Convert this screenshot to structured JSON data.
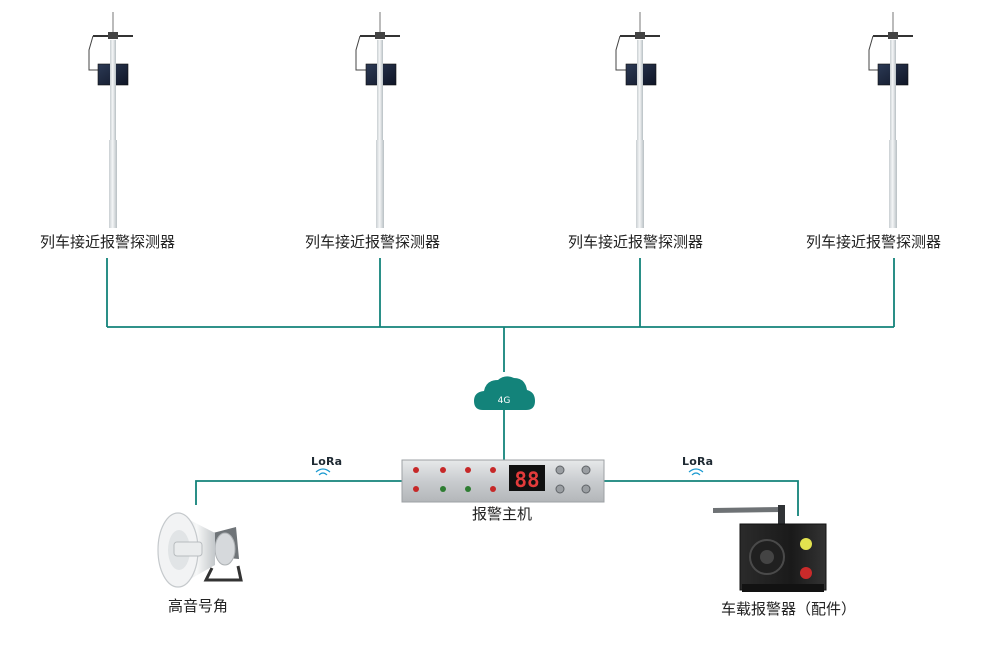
{
  "detectors": [
    {
      "label": "列车接近报警探测器"
    },
    {
      "label": "列车接近报警探测器"
    },
    {
      "label": "列车接近报警探测器"
    },
    {
      "label": "列车接近报警探测器"
    }
  ],
  "network": {
    "cloud_label": "4G",
    "line_color": "#13837a"
  },
  "host": {
    "label": "报警主机",
    "display_value": "88"
  },
  "links": {
    "left_protocol": "LoRa",
    "right_protocol": "LoRa"
  },
  "horn": {
    "label": "高音号角"
  },
  "vehicle_alarm": {
    "label": "车载报警器（配件）"
  }
}
